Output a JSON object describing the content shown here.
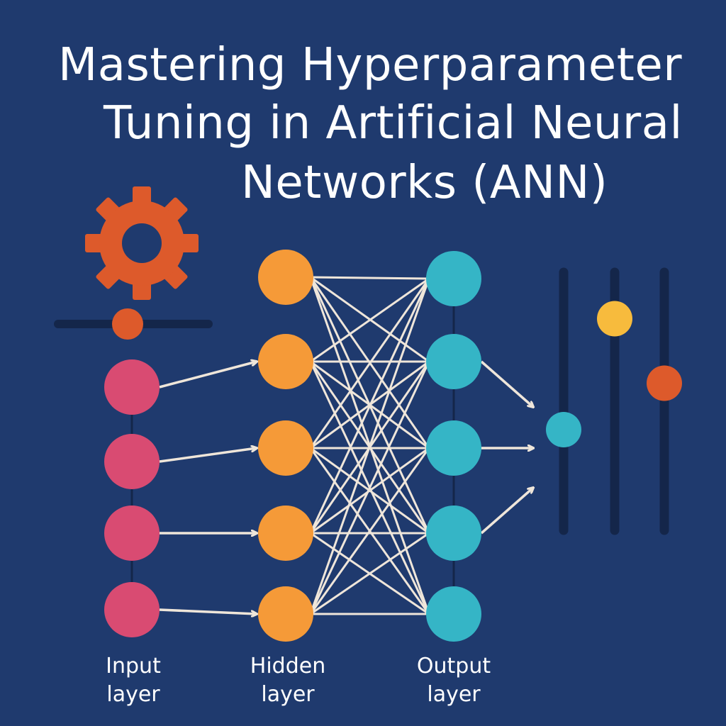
{
  "title": {
    "line1": "Mastering Hyperparameter",
    "line2": "Tuning in Artificial Neural",
    "line3": "Networks (ANN)"
  },
  "labels": {
    "input_line1": "Input",
    "input_line2": "layer",
    "hidden_line1": "Hidden",
    "hidden_line2": "layer",
    "output_line1": "Output",
    "output_line2": "layer"
  },
  "layers": {
    "input_count": 4,
    "hidden_count": 5,
    "output_count": 5
  },
  "sliders": {
    "horizontal_level": 0.5,
    "vertical_levels": [
      0.61,
      0.18,
      0.43
    ]
  },
  "icons": [
    "gear-icon"
  ],
  "colors": {
    "background": "#1f3a6e",
    "input_node": "#d94b72",
    "hidden_node": "#f59a38",
    "output_node": "#35b5c6",
    "gear": "#dd5a2b",
    "edge": "#efe6da",
    "track": "#14264a",
    "knob_yellow": "#f7bb3d",
    "knob_orange": "#dd5a2b",
    "knob_cyan": "#35b5c6"
  }
}
